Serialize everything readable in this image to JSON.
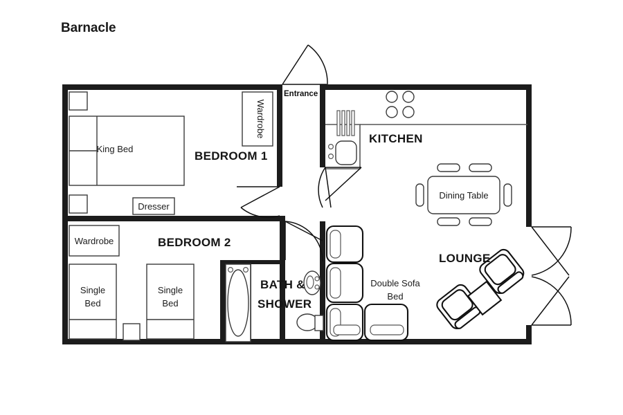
{
  "title": "Barnacle",
  "rooms": [
    {
      "id": "bedroom1",
      "label": "BEDROOM 1"
    },
    {
      "id": "bedroom2",
      "label": "BEDROOM 2"
    },
    {
      "id": "bath",
      "label_line1": "BATH &",
      "label_line2": "SHOWER"
    },
    {
      "id": "kitchen",
      "label": "KITCHEN"
    },
    {
      "id": "lounge",
      "label": "LOUNGE"
    }
  ],
  "labels": {
    "entrance": "Entrance",
    "king_bed": "King Bed",
    "dresser": "Dresser",
    "wardrobe_bedroom1": "Wardrobe",
    "wardrobe_bedroom2": "Wardrobe",
    "single_bed_left": "Single Bed",
    "single_bed_right": "Single Bed",
    "dining_table": "Dining Table",
    "double_sofa_bed_line1": "Double Sofa",
    "double_sofa_bed_line2": "Bed",
    "bedroom1": "BEDROOM 1",
    "bedroom2": "BEDROOM 2",
    "bath_line1": "BATH &",
    "bath_line2": "SHOWER",
    "kitchen": "KITCHEN",
    "lounge": "LOUNGE",
    "single_bed_left_line1": "Single",
    "single_bed_left_line2": "Bed",
    "single_bed_right_line1": "Single",
    "single_bed_right_line2": "Bed"
  },
  "furniture": {
    "bedroom1": [
      "nightstand-top",
      "king-bed",
      "nightstand-bottom",
      "dresser",
      "wardrobe"
    ],
    "bedroom2": [
      "wardrobe",
      "single-bed-left",
      "single-bed-right",
      "nightstand"
    ],
    "bathroom": [
      "bathtub",
      "sink",
      "toilet"
    ],
    "kitchen": [
      "stove-four-burner",
      "sink-with-drainer",
      "counter"
    ],
    "lounge": [
      "dining-table",
      "dining-chairs",
      "double-sofa-bed",
      "armchair-upper",
      "armchair-lower",
      "side-table"
    ]
  },
  "doors": [
    {
      "name": "entrance-door",
      "label": "Entrance"
    },
    {
      "name": "bedroom1-door",
      "label": ""
    },
    {
      "name": "bedroom2-door",
      "label": ""
    },
    {
      "name": "bathroom-door",
      "label": ""
    },
    {
      "name": "kitchen-door",
      "label": ""
    },
    {
      "name": "patio-door-upper",
      "label": ""
    },
    {
      "name": "patio-door-lower",
      "label": ""
    }
  ],
  "colors": {
    "wall": "#1c1c1c",
    "furniture_stroke": "#3a3a3a",
    "text": "#151515",
    "background": "#ffffff"
  }
}
